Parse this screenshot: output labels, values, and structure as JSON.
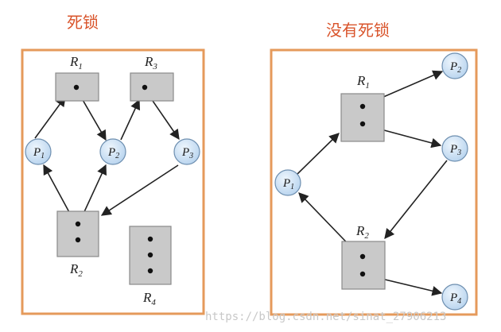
{
  "titles": {
    "left": "死锁",
    "right": "没有死锁"
  },
  "left_graph": {
    "resources": [
      {
        "id": "R1",
        "main": "R",
        "sub": "1",
        "instances": 1
      },
      {
        "id": "R3",
        "main": "R",
        "sub": "3",
        "instances": 1
      },
      {
        "id": "R2",
        "main": "R",
        "sub": "2",
        "instances": 2
      },
      {
        "id": "R4",
        "main": "R",
        "sub": "4",
        "instances": 3
      }
    ],
    "processes": [
      {
        "id": "P1",
        "main": "P",
        "sub": "1"
      },
      {
        "id": "P2",
        "main": "P",
        "sub": "2"
      },
      {
        "id": "P3",
        "main": "P",
        "sub": "3"
      }
    ],
    "edges": [
      {
        "from": "P1",
        "to": "R1",
        "kind": "request"
      },
      {
        "from": "R1",
        "to": "P2",
        "kind": "assignment"
      },
      {
        "from": "P2",
        "to": "R3",
        "kind": "request"
      },
      {
        "from": "R3",
        "to": "P3",
        "kind": "assignment"
      },
      {
        "from": "P3",
        "to": "R2",
        "kind": "request"
      },
      {
        "from": "R2",
        "to": "P1",
        "kind": "assignment"
      },
      {
        "from": "R2",
        "to": "P2",
        "kind": "assignment"
      }
    ]
  },
  "right_graph": {
    "resources": [
      {
        "id": "R1",
        "main": "R",
        "sub": "1",
        "instances": 2
      },
      {
        "id": "R2",
        "main": "R",
        "sub": "2",
        "instances": 2
      }
    ],
    "processes": [
      {
        "id": "P1",
        "main": "P",
        "sub": "1"
      },
      {
        "id": "P2",
        "main": "P",
        "sub": "2"
      },
      {
        "id": "P3",
        "main": "P",
        "sub": "3"
      },
      {
        "id": "P4",
        "main": "P",
        "sub": "4"
      }
    ],
    "edges": [
      {
        "from": "P1",
        "to": "R1",
        "kind": "request"
      },
      {
        "from": "R1",
        "to": "P2",
        "kind": "assignment"
      },
      {
        "from": "R1",
        "to": "P3",
        "kind": "assignment"
      },
      {
        "from": "P3",
        "to": "R2",
        "kind": "request"
      },
      {
        "from": "R2",
        "to": "P1",
        "kind": "assignment"
      },
      {
        "from": "R2",
        "to": "P4",
        "kind": "assignment"
      }
    ]
  },
  "watermark": "https://blog.csdn.net/sinat_27906213",
  "colors": {
    "title": "#d9542b",
    "panel_border": "#e59a5b",
    "resource_fill": "#c9c9c9",
    "process_fill": "#cfe3f6"
  }
}
